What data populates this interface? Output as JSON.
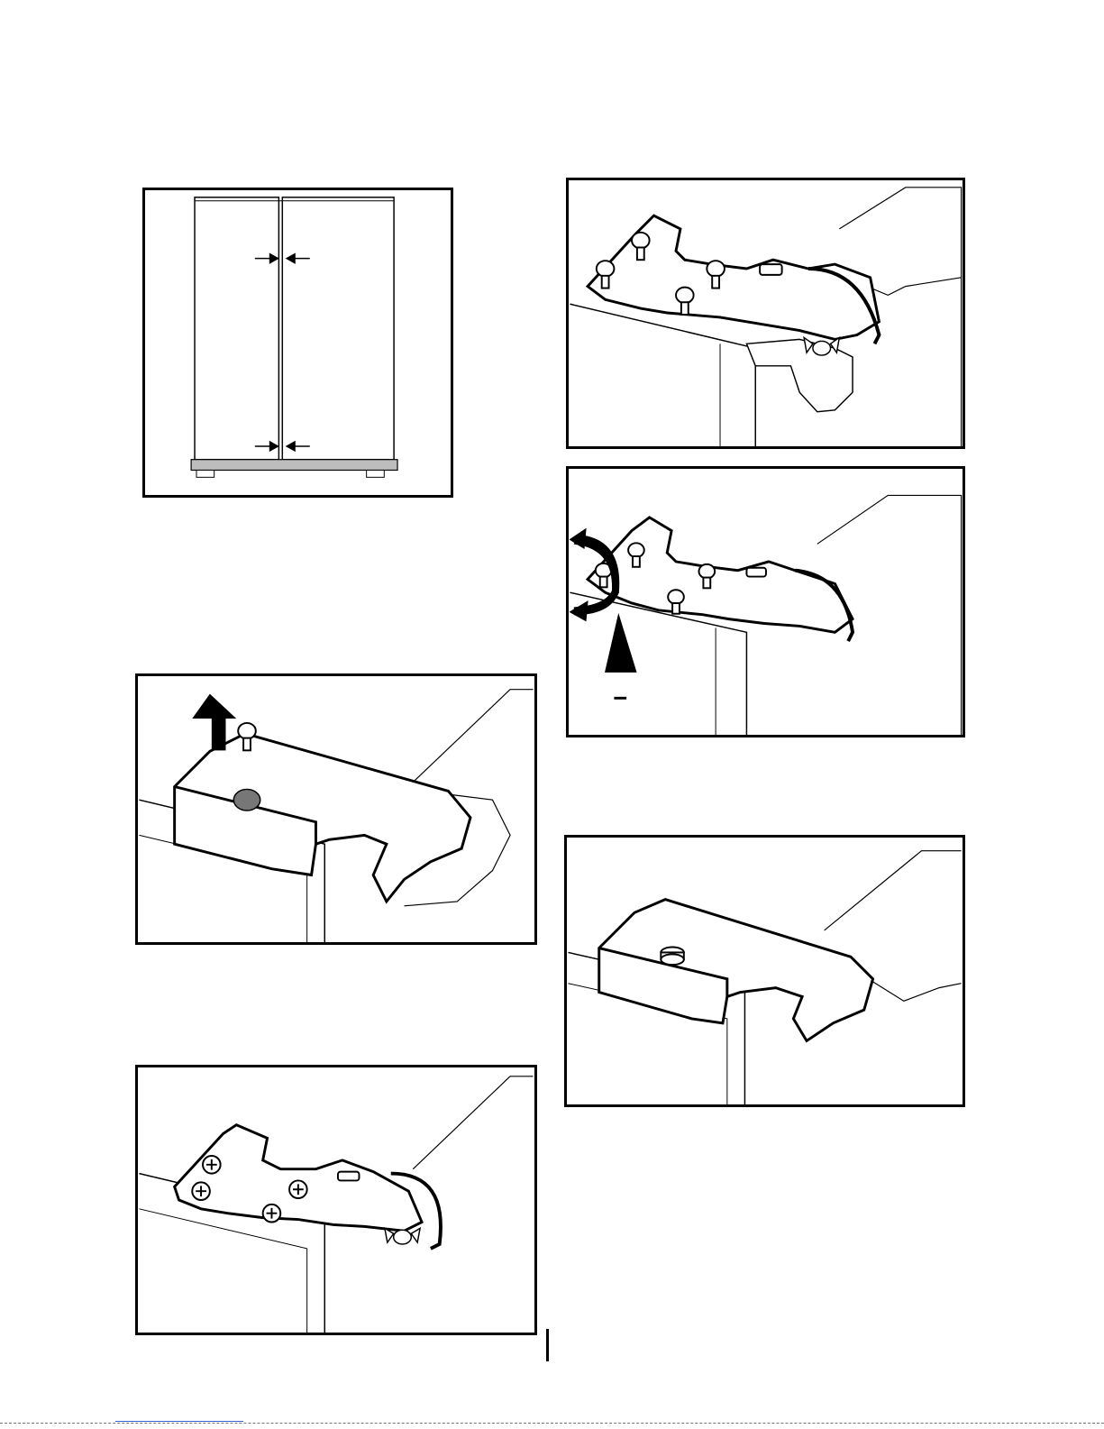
{
  "page": {
    "panels": [
      {
        "id": "fig-fridge-front",
        "depicts": "fridge-front-gap"
      },
      {
        "id": "fig-hinge-screws",
        "depicts": "hinge-plate-with-screws"
      },
      {
        "id": "fig-hinge-rotate",
        "depicts": "hinge-plate-rotate-arrows"
      },
      {
        "id": "fig-hinge-cover-remove",
        "depicts": "hinge-cover-lift-up"
      },
      {
        "id": "fig-hinge-cover-installed",
        "depicts": "hinge-cover-installed"
      },
      {
        "id": "fig-hinge-plate-flat",
        "depicts": "hinge-plate-screws-flat"
      }
    ]
  }
}
